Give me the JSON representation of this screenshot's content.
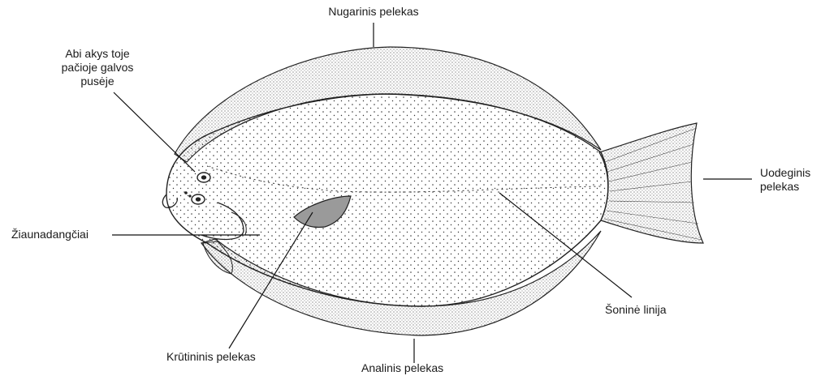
{
  "labels": {
    "dorsal_fin": "Nugarinis pelekas",
    "eyes_line1": "Abi akys toje",
    "eyes_line2": "pačioje galvos",
    "eyes_line3": "pusėje",
    "gill_covers": "Žiaunadangčiai",
    "caudal_fin_line1": "Uodeginis",
    "caudal_fin_line2": "pelekas",
    "lateral_line": "Šoninė linija",
    "pectoral_fin": "Krūtininis pelekas",
    "anal_fin": "Analinis pelekas"
  },
  "colors": {
    "ink": "#1a1a1a",
    "background": "#ffffff"
  }
}
